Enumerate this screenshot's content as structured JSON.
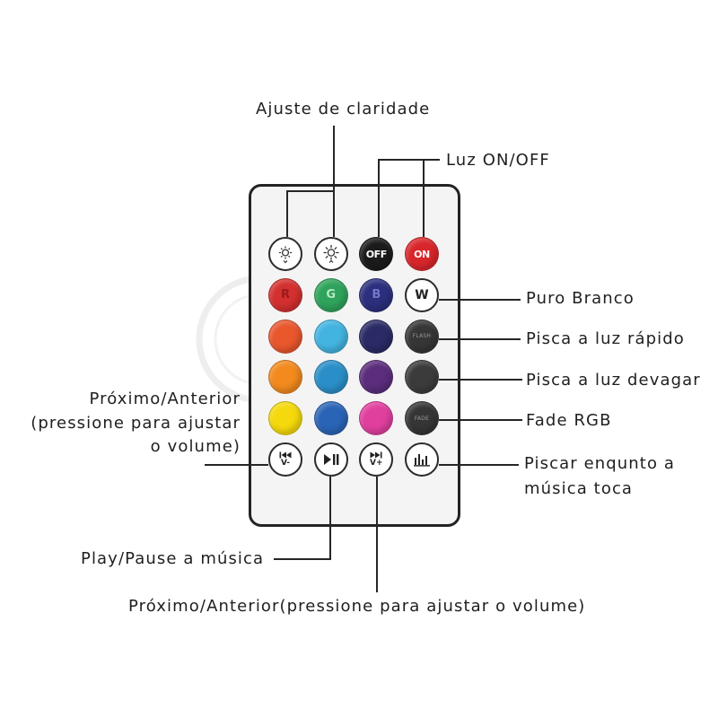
{
  "labels": {
    "brightness": "Ajuste de claridade",
    "power": "Luz ON/OFF",
    "pure_white": "Puro Branco",
    "flash": "Pisca a luz rápido",
    "strobe": "Pisca a luz devagar",
    "fade": "Fade RGB",
    "music": [
      "Piscar enqunto a",
      "música toca"
    ],
    "previous": [
      "Próximo/Anterior",
      "(pressione para ajustar",
      "o volume)"
    ],
    "play_pause": "Play/Pause a música",
    "next": "Próximo/Anterior(pressione para ajustar o volume)"
  },
  "remote": {
    "body_color": "#f4f4f4",
    "brightness_down": {
      "icon": "brightness-down-icon",
      "color": "#ffffff"
    },
    "brightness_up": {
      "icon": "brightness-up-icon",
      "color": "#ffffff"
    },
    "off": {
      "label": "OFF",
      "color": "#1b1b1b"
    },
    "on": {
      "label": "ON",
      "color": "#d9262b"
    },
    "red": {
      "label": "R",
      "color": "#d3302f"
    },
    "green": {
      "label": "G",
      "color": "#2fa35b"
    },
    "blue": {
      "label": "B",
      "color": "#2b2f7d"
    },
    "white": {
      "label": "W",
      "color": "#ffffff"
    },
    "orange_red": {
      "color": "#e9572d"
    },
    "light_blue": {
      "color": "#43b4e0"
    },
    "dark_blue": {
      "color": "#2a2a66"
    },
    "flash": {
      "label": "FLASH",
      "color": "#363636"
    },
    "orange": {
      "color": "#f28a1e"
    },
    "cyan_blue": {
      "color": "#2a8fc8"
    },
    "purple": {
      "color": "#5b2d7c"
    },
    "strobe": {
      "color": "#3b3b3b"
    },
    "yellow": {
      "color": "#f5d90c"
    },
    "medium_blue": {
      "color": "#2a64b6"
    },
    "pink": {
      "color": "#e03f9e"
    },
    "fade": {
      "label": "FADE",
      "color": "#353535"
    },
    "prev": {
      "icon": "previous-track-icon",
      "label": "V-",
      "color": "#ffffff"
    },
    "play_pause": {
      "icon": "play-pause-icon",
      "color": "#ffffff"
    },
    "next": {
      "icon": "next-track-icon",
      "label": "V+",
      "color": "#ffffff"
    },
    "music": {
      "icon": "equalizer-icon",
      "color": "#ffffff"
    }
  }
}
